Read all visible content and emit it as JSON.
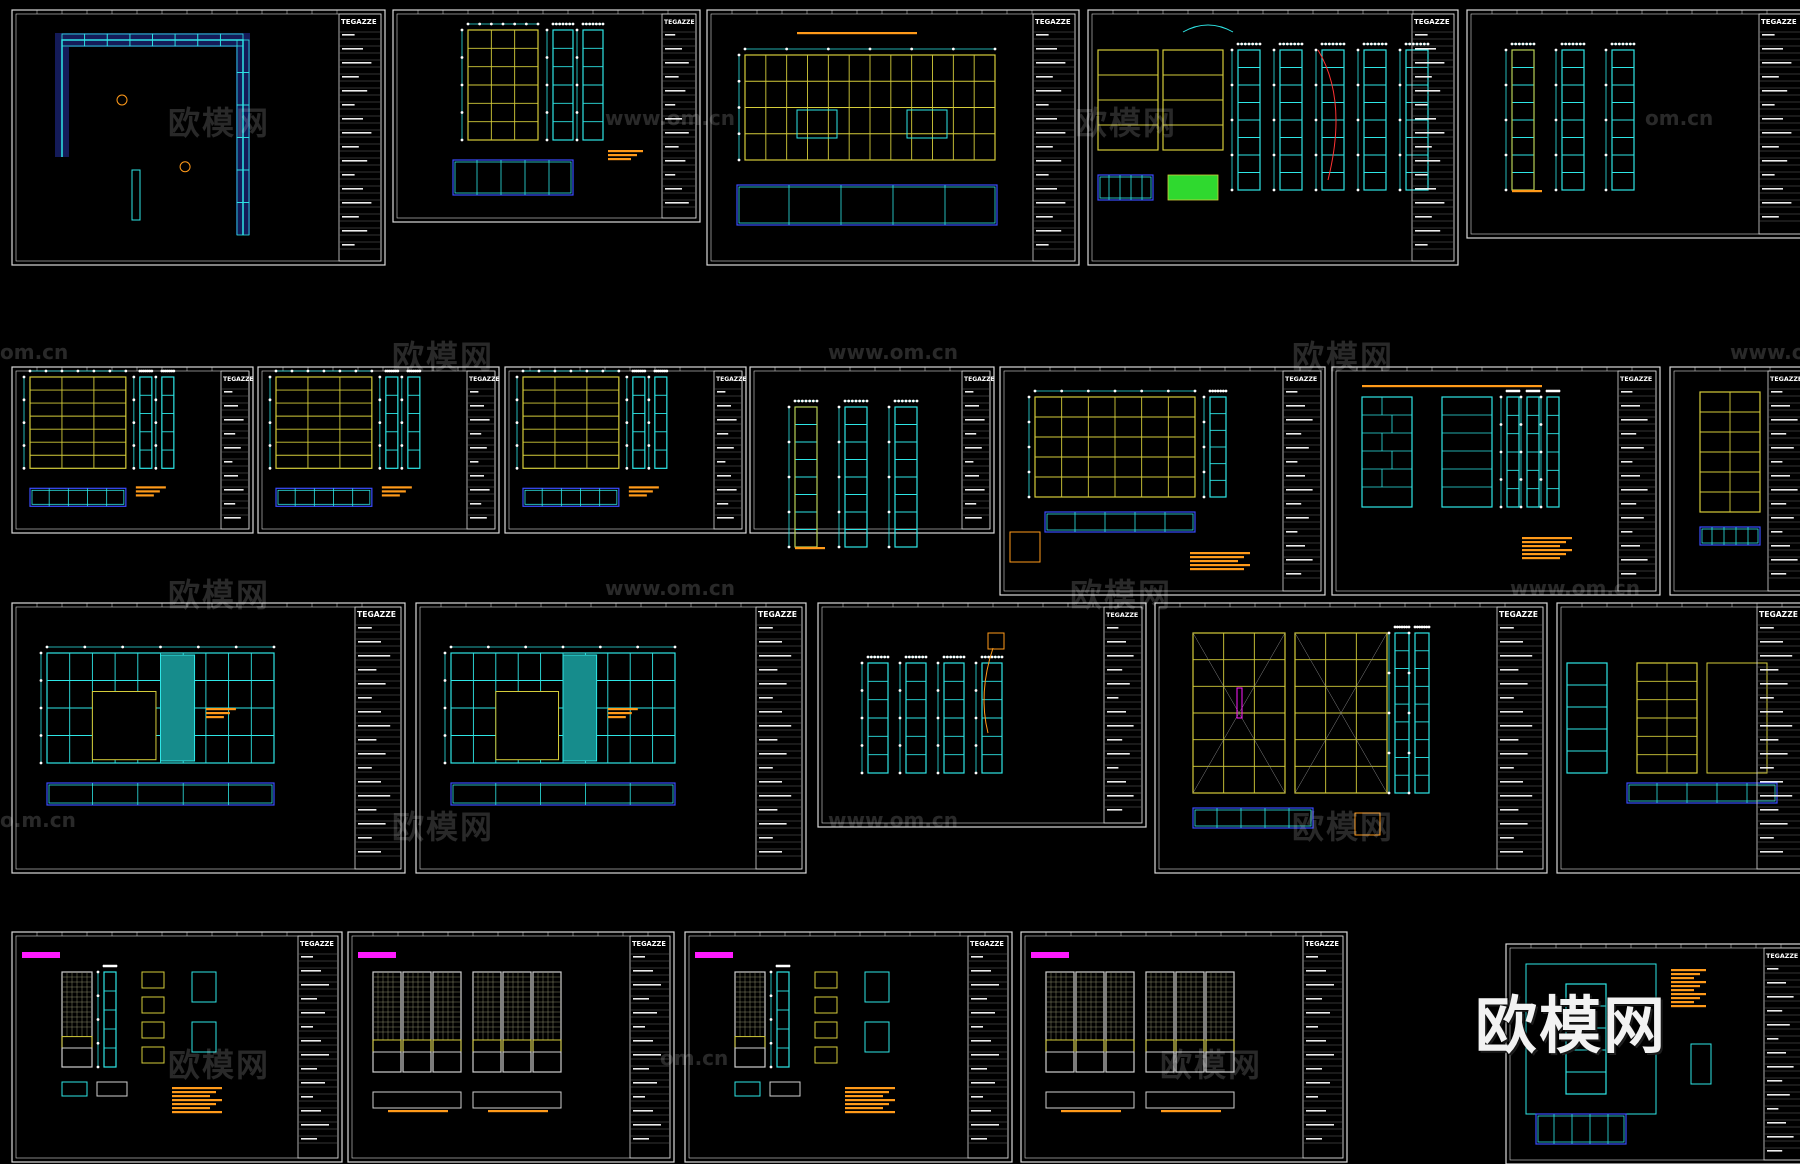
{
  "app": {
    "name": "CAD drawing sheet overview"
  },
  "sheet_brand": "TEGAZZE",
  "watermarks": {
    "cn": "欧模网",
    "url": "www.om.cn",
    "url_fragment": "om.cn",
    "url_left": "o.m.cn"
  },
  "corner_logo": "欧模网",
  "colors": {
    "background": "#000000",
    "frame": "#d9d9d9",
    "cyan": "#2ee6e6",
    "yellow": "#d4cc3a",
    "orange": "#ff9a1a",
    "blue": "#3a4cff",
    "magenta": "#ff1aff",
    "teal_fill": "#168c8c",
    "green": "#2fd92f"
  },
  "sheets": [
    {
      "id": 1,
      "kind": "plan-u"
    },
    {
      "id": 2,
      "kind": "cabinet-2"
    },
    {
      "id": 3,
      "kind": "wide-elev"
    },
    {
      "id": 4,
      "kind": "detail-multi"
    },
    {
      "id": 5,
      "kind": "tall-3"
    },
    {
      "id": 6,
      "kind": "shelves"
    },
    {
      "id": 7,
      "kind": "shelves"
    },
    {
      "id": 8,
      "kind": "shelves"
    },
    {
      "id": 9,
      "kind": "tall-3"
    },
    {
      "id": 10,
      "kind": "grid-cab"
    },
    {
      "id": 11,
      "kind": "stagger"
    },
    {
      "id": 12,
      "kind": "tall-1"
    },
    {
      "id": 13,
      "kind": "wide-teal"
    },
    {
      "id": 14,
      "kind": "wide-teal"
    },
    {
      "id": 15,
      "kind": "tall-4"
    },
    {
      "id": 16,
      "kind": "wardrobe-2"
    },
    {
      "id": 17,
      "kind": "wardrobe-3"
    },
    {
      "id": 18,
      "kind": "mesh-1"
    },
    {
      "id": 19,
      "kind": "mesh-2"
    },
    {
      "id": 20,
      "kind": "mesh-1"
    },
    {
      "id": 21,
      "kind": "mesh-2"
    },
    {
      "id": 22,
      "kind": "partial"
    }
  ]
}
